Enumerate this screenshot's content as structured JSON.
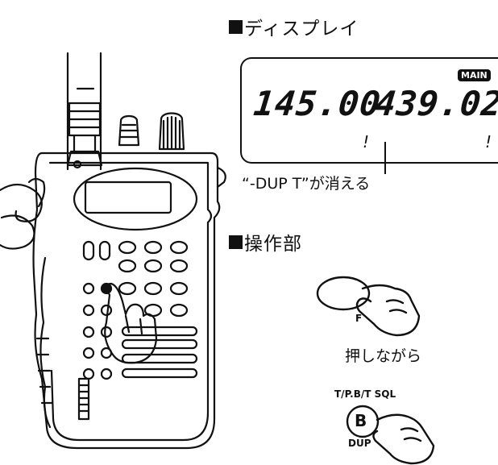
{
  "display_section": {
    "heading": "ディスプレイ",
    "freq_left": "145.00",
    "freq_right": "439.02",
    "main_badge": "MAIN",
    "seg_left": "!",
    "seg_right": "!",
    "caption": "“-DUP T”が消える"
  },
  "control_section": {
    "heading": "操作部",
    "f_key_label": "F",
    "press_hold_caption": "押しながら",
    "b_key_top_label": "T/P.B/T SQL",
    "b_key_letter": "B",
    "b_key_bottom_label": "DUP"
  }
}
